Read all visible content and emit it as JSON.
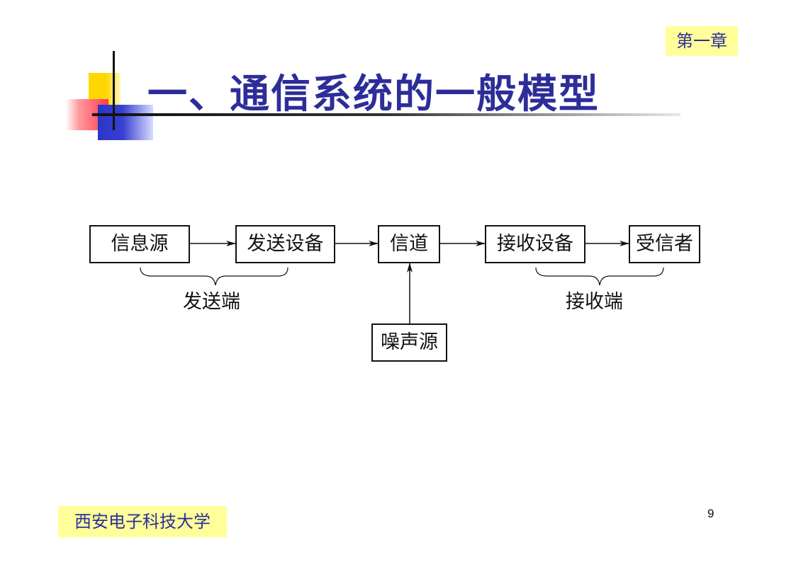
{
  "header": {
    "chapter_label": "第一章",
    "title": "一、通信系统的一般模型"
  },
  "diagram": {
    "blocks": {
      "source": "信息源",
      "transmitter": "发送设备",
      "channel": "信道",
      "receiver": "接收设备",
      "sink": "受信者",
      "noise": "噪声源"
    },
    "groups": {
      "transmit_end": "发送端",
      "receive_end": "接收端"
    }
  },
  "footer": {
    "university": "西安电子科技大学",
    "page_number": "9"
  }
}
